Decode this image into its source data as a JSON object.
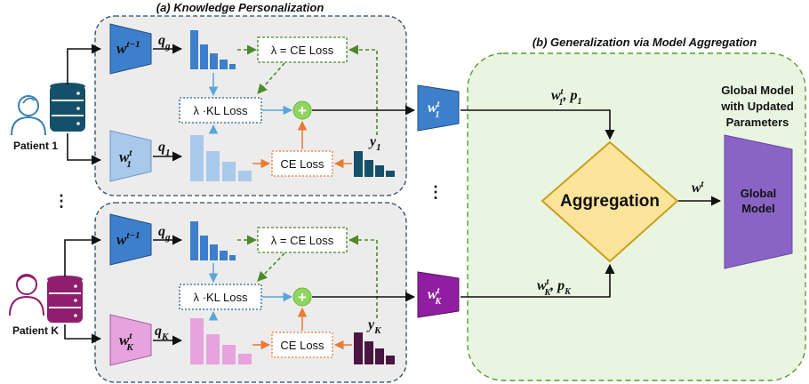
{
  "title_a": "(a) Knowledge Personalization",
  "title_b": "(b) Generalization via Model Aggregation",
  "patients": {
    "p1": "Patient 1",
    "pk": "Patient K"
  },
  "boxes": {
    "ce_lambda": "λ = CE Loss",
    "kl": "λ ·KL Loss",
    "ce": "CE Loss",
    "plus": "+"
  },
  "labels": {
    "w_prev_base": "w",
    "w_prev_sup": "t−1",
    "qg_base": "q",
    "qg_sub": "g",
    "w_base": "w",
    "w_sup": "t",
    "q1_base": "q",
    "q1_sub": "1",
    "qk_sub": "K",
    "y1_base": "y",
    "y1_sub": "1",
    "yk_sub": "K",
    "w1_sub": "1",
    "wk_sub": "K",
    "p_base": "p",
    "comma": ",",
    "vdots": "⋮"
  },
  "aggregation": "Aggregation",
  "global_model_caption": [
    "Global Model",
    "with Updated",
    "Parameters"
  ],
  "global_model_label": [
    "Global",
    "Model"
  ],
  "colors": {
    "blue_dark": "#3d7fcc",
    "blue_light": "#a9c9ea",
    "navy": "#14506a",
    "magenta": "#8f1fa0",
    "pink": "#e6a3de",
    "plum": "#4a1540",
    "panel_gray": "#ececec",
    "panel_green": "#eaf5e1",
    "green_dash": "#5a9a32",
    "orange": "#ea7a33",
    "light_blue_arrow": "#5aa6d8",
    "aggregation_fill": "#fce49a",
    "aggregation_stroke": "#c8a020",
    "global_model": "#8a64c4",
    "plus_circle": "#8fd660"
  }
}
